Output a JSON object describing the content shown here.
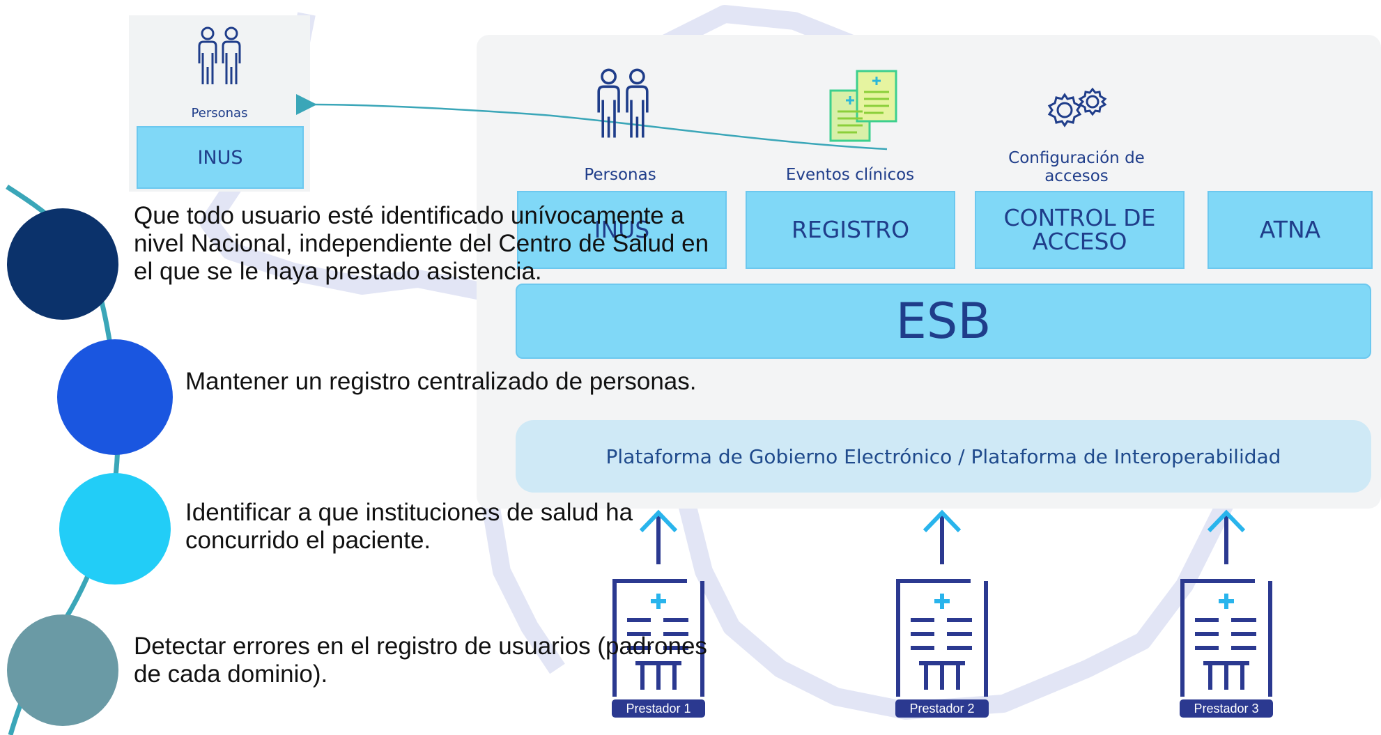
{
  "inset": {
    "caption": "Personas",
    "box_label": "INUS"
  },
  "modules": [
    {
      "caption": "Personas",
      "label": "INUS",
      "icon": "people-icon"
    },
    {
      "caption": "Eventos clínicos",
      "label": "REGISTRO",
      "icon": "medical-records-icon"
    },
    {
      "caption": "Configuración de accesos",
      "label": "CONTROL DE ACCESO",
      "icon": "gears-icon"
    },
    {
      "caption": "",
      "label": "ATNA",
      "icon": ""
    }
  ],
  "esb_label": "ESB",
  "platform_label": "Plataforma de Gobierno Electrónico / Plataforma de Interoperabilidad",
  "providers": [
    {
      "label": "Prestador 1",
      "icon": "hospital-building-icon"
    },
    {
      "label": "Prestador 2",
      "icon": "hospital-building-icon"
    },
    {
      "label": "Prestador 3",
      "icon": "hospital-building-icon"
    }
  ],
  "bullets": [
    {
      "text": "Que todo usuario esté identificado unívocamente a nivel Nacional, independiente del Centro de Salud en el que se le haya prestado asistencia.",
      "color": "#0b326b"
    },
    {
      "text": "Mantener un registro centralizado de personas.",
      "color": "#1a56e0"
    },
    {
      "text": "Identificar a que instituciones de salud ha concurrido el paciente.",
      "color": "#22cdf7"
    },
    {
      "text": "Detectar errores en el registro de usuarios (padrones de cada dominio).",
      "color": "#6a9aa5"
    }
  ],
  "colors": {
    "navy": "#1f3d8a",
    "module_fill": "#80d8f7",
    "arrow_cyan": "#29b4ec",
    "connector": "#3aa6b8"
  }
}
